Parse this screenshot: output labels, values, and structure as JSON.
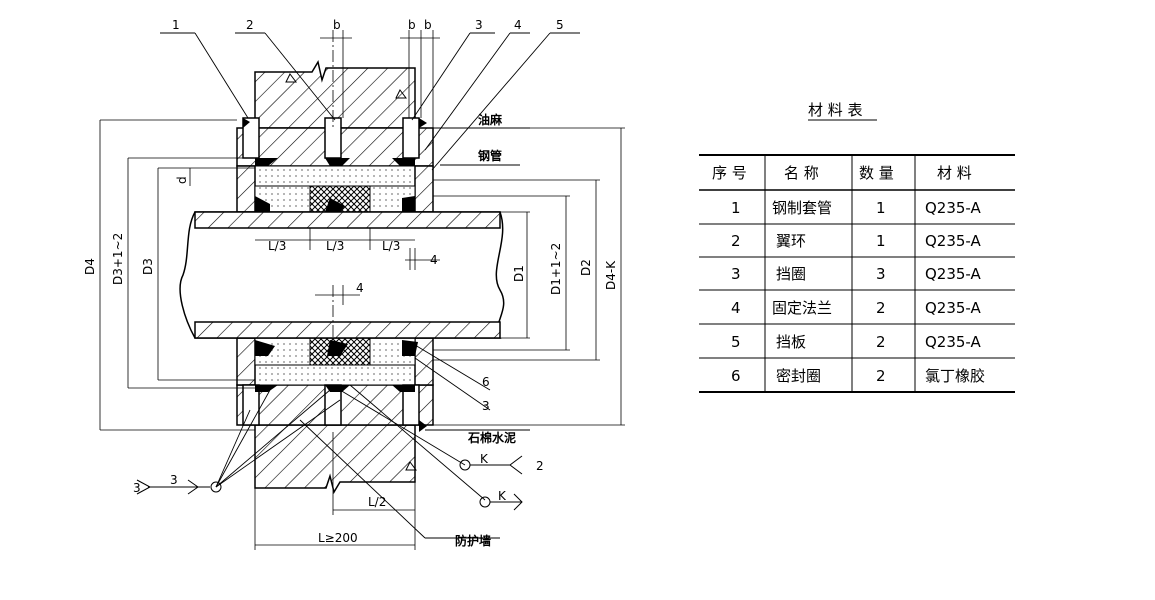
{
  "drawing": {
    "callouts": [
      "1",
      "2",
      "3",
      "4",
      "5",
      "6",
      "3"
    ],
    "dims_top": [
      "b",
      "b",
      "b"
    ],
    "dims_vertical": [
      "D4",
      "D3+1~2",
      "D3",
      "D1",
      "D1+1~2",
      "D2",
      "D4-K"
    ],
    "dims_misc": {
      "d": "d",
      "thirds": [
        "L/3",
        "L/3",
        "L/3"
      ],
      "four_a": "4",
      "four_b": "4",
      "half": "L/2",
      "length": "L≥200"
    },
    "materials_labels": {
      "oil_hemp": "油麻",
      "steel_pipe": "钢管",
      "asbestos_cement": "石棉水泥",
      "protective_wall": "防护墙"
    },
    "weld": {
      "k1": "K",
      "k2": "K",
      "two": "2",
      "three_a": "3",
      "three_b": "3"
    }
  },
  "table": {
    "title": "材 料 表",
    "headers": [
      "序 号",
      "名 称",
      "数 量",
      "材 料"
    ],
    "rows": [
      [
        "1",
        "钢制套管",
        "1",
        "Q235-A"
      ],
      [
        "2",
        "翼环",
        "1",
        "Q235-A"
      ],
      [
        "3",
        "挡圈",
        "3",
        "Q235-A"
      ],
      [
        "4",
        "固定法兰",
        "2",
        "Q235-A"
      ],
      [
        "5",
        "挡板",
        "2",
        "Q235-A"
      ],
      [
        "6",
        "密封圈",
        "2",
        "氯丁橡胶"
      ]
    ]
  }
}
